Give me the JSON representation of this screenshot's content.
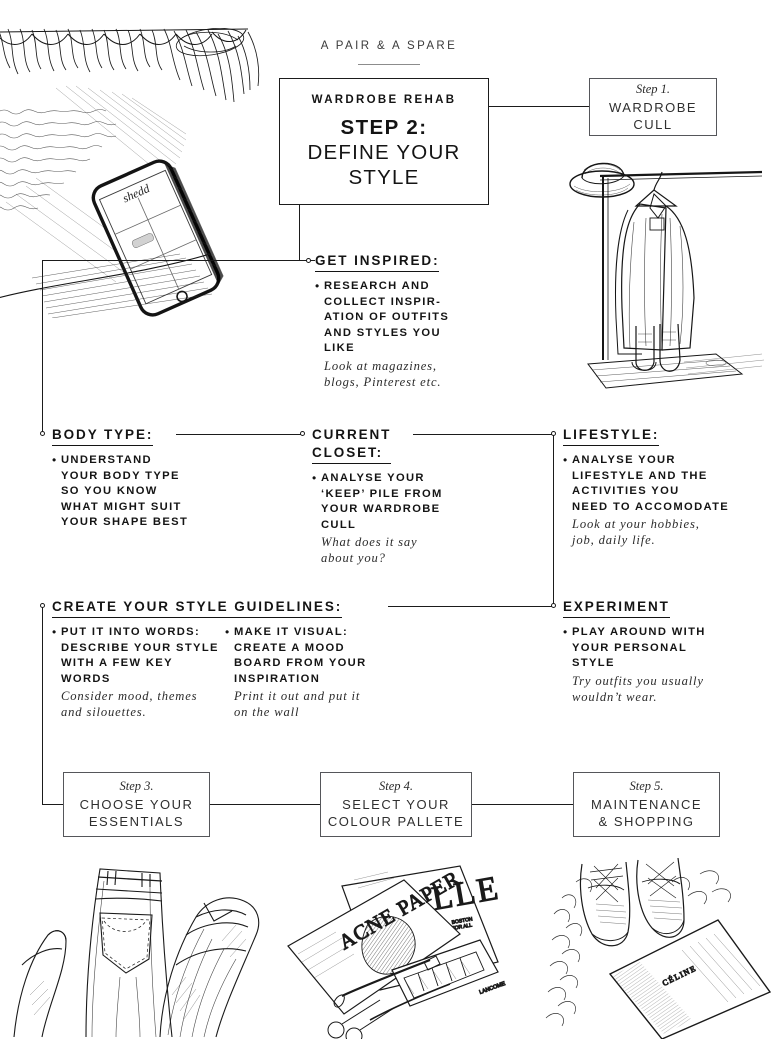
{
  "header": {
    "brand": "A PAIR & A SPARE"
  },
  "title_box": {
    "kicker": "WARDROBE REHAB",
    "line1": "STEP 2:",
    "line2": "DEFINE YOUR",
    "line3": "STYLE"
  },
  "step_boxes": [
    {
      "id": "step1",
      "number": "Step 1.",
      "line1": "WARDROBE",
      "line2": "CULL"
    },
    {
      "id": "step3",
      "number": "Step 3.",
      "line1": "CHOOSE YOUR",
      "line2": "ESSENTIALS"
    },
    {
      "id": "step4",
      "number": "Step 4.",
      "line1": "SELECT YOUR",
      "line2": "COLOUR PALLETE"
    },
    {
      "id": "step5",
      "number": "Step 5.",
      "line1": "MAINTENANCE",
      "line2": "& SHOPPING"
    }
  ],
  "sections": {
    "get_inspired": {
      "heading": "GET INSPIRED:",
      "bullet": "RESEARCH AND\nCOLLECT INSPIR-\nATION OF OUTFITS\nAND STYLES YOU\nLIKE",
      "note": "Look at magazines,\nblogs, Pinterest etc."
    },
    "body_type": {
      "heading": "BODY TYPE:",
      "bullet": "UNDERSTAND\nYOUR BODY TYPE\nSO YOU KNOW\nWHAT MIGHT SUIT\nYOUR SHAPE BEST",
      "note": ""
    },
    "current_closet": {
      "heading": "CURRENT\nCLOSET:",
      "bullet": "ANALYSE YOUR\n‘KEEP’ PILE FROM\nYOUR WARDROBE\nCULL",
      "note": "What does it say\nabout you?"
    },
    "lifestyle": {
      "heading": "LIFESTYLE:",
      "bullet": "ANALYSE YOUR\nLIFESTYLE AND THE\nACTIVITIES YOU\nNEED TO ACCOMODATE",
      "note": "Look at your hobbies,\njob, daily life."
    },
    "style_guidelines": {
      "heading": "CREATE YOUR STYLE GUIDELINES:",
      "bullet_left": "PUT IT INTO WORDS:\nDESCRIBE YOUR STYLE\nWITH A FEW KEY\nWORDS",
      "note_left": "Consider mood, themes\nand silouettes.",
      "bullet_right": "MAKE IT VISUAL:\nCREATE A MOOD\nBOARD FROM YOUR\nINSPIRATION",
      "note_right": "Print it out and put it\non the wall"
    },
    "experiment": {
      "heading": "EXPERIMENT",
      "bullet": "PLAY AROUND WITH\nYOUR PERSONAL\nSTYLE",
      "note": "Try outfits you usually\nwouldn’t wear."
    }
  },
  "illustrations": [
    {
      "name": "phone-on-fabric-sketch",
      "label": "shedd"
    },
    {
      "name": "clothing-rack-sketch",
      "label": ""
    },
    {
      "name": "folded-jeans-sketch",
      "label": ""
    },
    {
      "name": "magazines-and-makeup-sketch",
      "label": "ACNE PAPER"
    },
    {
      "name": "shoes-and-shopping-bag-sketch",
      "label": "CÉLINE"
    }
  ],
  "colors": {
    "ink": "#141414",
    "line": "#1b1b1b",
    "box_border": "#55565a",
    "paper": "#ffffff"
  }
}
